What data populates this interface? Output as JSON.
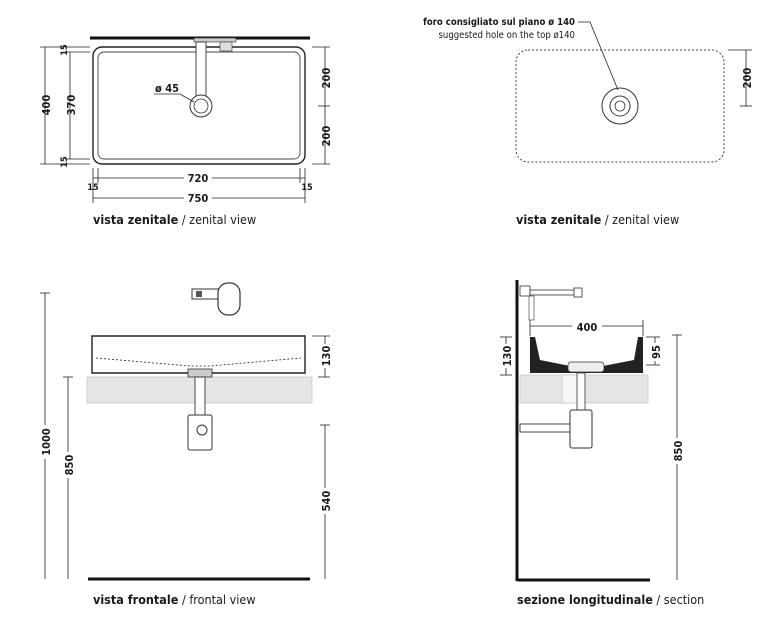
{
  "views": {
    "top_left": {
      "caption_bold": "vista zenitale",
      "caption_sep": " / ",
      "caption_en": "zenital view",
      "dims": {
        "d15_top": "15",
        "d400": "400",
        "d370": "370",
        "d15_bottom": "15",
        "d200_a": "200",
        "d200_b": "200",
        "d720": "720",
        "d15_left": "15",
        "d15_right": "15",
        "d750": "750",
        "phi45": "ø 45"
      }
    },
    "top_right": {
      "caption_bold": "vista zenitale",
      "caption_sep": " / ",
      "caption_en": "zenital view",
      "note_it": "foro consigliato sul piano ø 140",
      "note_en": "suggested hole on the top ø140",
      "dims": {
        "d200": "200"
      }
    },
    "bottom_left": {
      "caption_bold": "vista frontale",
      "caption_sep": " / ",
      "caption_en": "frontal view",
      "dims": {
        "d1000": "1000",
        "d850": "850",
        "d130": "130",
        "d540": "540"
      }
    },
    "bottom_right": {
      "caption_bold": "sezione longitudinale",
      "caption_sep": " / ",
      "caption_en": "section",
      "dims": {
        "d400": "400",
        "d130": "130",
        "d95": "95",
        "d850": "850"
      }
    }
  }
}
